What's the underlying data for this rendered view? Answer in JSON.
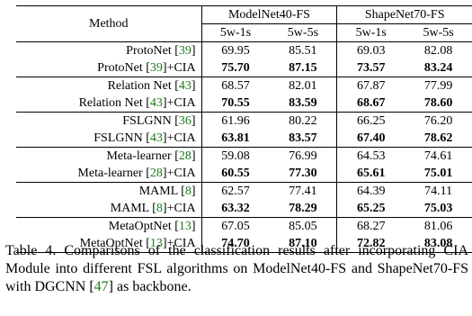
{
  "table": {
    "method_header": "Method",
    "datasets": [
      "ModelNet40-FS",
      "ShapeNet70-FS"
    ],
    "settings": [
      "5w-1s",
      "5w-5s",
      "5w-1s",
      "5w-5s"
    ],
    "rows": [
      {
        "name": "ProtoNet",
        "ref": "39",
        "suffix": "",
        "values": [
          "69.95",
          "85.51",
          "69.03",
          "82.08"
        ],
        "bold": false
      },
      {
        "name": "ProtoNet",
        "ref": "39",
        "suffix": "+CIA",
        "values": [
          "75.70",
          "87.15",
          "73.57",
          "83.24"
        ],
        "bold": true
      },
      {
        "name": "Relation Net",
        "ref": "43",
        "suffix": "",
        "values": [
          "68.57",
          "82.01",
          "67.87",
          "77.99"
        ],
        "bold": false
      },
      {
        "name": "Relation Net",
        "ref": "43",
        "suffix": "+CIA",
        "values": [
          "70.55",
          "83.59",
          "68.67",
          "78.60"
        ],
        "bold": true
      },
      {
        "name": "FSLGNN",
        "ref": "36",
        "suffix": "",
        "values": [
          "61.96",
          "80.22",
          "66.25",
          "76.20"
        ],
        "bold": false
      },
      {
        "name": "FSLGNN",
        "ref": "43",
        "suffix": "+CIA",
        "values": [
          "63.81",
          "83.57",
          "67.40",
          "78.62"
        ],
        "bold": true
      },
      {
        "name": "Meta-learner",
        "ref": "28",
        "suffix": "",
        "values": [
          "59.08",
          "76.99",
          "64.53",
          "74.61"
        ],
        "bold": false
      },
      {
        "name": "Meta-learner",
        "ref": "28",
        "suffix": "+CIA",
        "values": [
          "60.55",
          "77.30",
          "65.61",
          "75.01"
        ],
        "bold": true
      },
      {
        "name": "MAML",
        "ref": "8",
        "suffix": "",
        "values": [
          "62.57",
          "77.41",
          "64.39",
          "74.11"
        ],
        "bold": false
      },
      {
        "name": "MAML",
        "ref": "8",
        "suffix": "+CIA",
        "values": [
          "63.32",
          "78.29",
          "65.25",
          "75.03"
        ],
        "bold": true
      },
      {
        "name": "MetaOptNet",
        "ref": "13",
        "suffix": "",
        "values": [
          "67.05",
          "85.05",
          "68.27",
          "81.06"
        ],
        "bold": false
      },
      {
        "name": "MetaOptNet",
        "ref": "13",
        "suffix": "+CIA",
        "values": [
          "74.70",
          "87.10",
          "72.82",
          "83.08"
        ],
        "bold": true
      }
    ]
  },
  "caption": {
    "lead": "Table 4.  Comparisons of the classification results after incorporating CIA Module into different FSL algorithms on ModelNet40-FS and ShapeNet70-FS with DGCNN ",
    "ref": "47",
    "tail": " as backbone."
  }
}
